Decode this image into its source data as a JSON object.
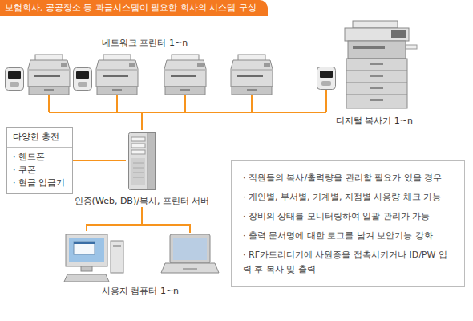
{
  "diagram": {
    "title": "보험회사, 공공장소 등 과금시스템이 필요한 회사의 시스템 구성",
    "nodes": [
      {
        "text": [
          "네트워크 프린터 1~n"
        ]
      },
      {
        "text": [
          "디지털 복사기 1~n"
        ]
      },
      {
        "text": [
          "다양한 충전",
          "· 핸드폰",
          "· 쿠폰",
          "· 현금 입금기"
        ]
      },
      {
        "text": [
          "인증(Web, DB)/복사, 프린터 서버"
        ]
      },
      {
        "text": [
          "사용자 컴퓨터 1~n"
        ]
      },
      {
        "text": [
          "· 직원들의 복사/출력량을 관리할 필요가 있을 경우",
          "· 개인별, 부서별, 기계별, 지점별 사용량 체크 가능",
          "· 장비의 상태를 모니터링하여 일괄 관리가 가능",
          "· 출력 문서명에 대한 로그를 남겨 보안기능 강화",
          "· RF카드리더기에 사원증을 접촉시키거나 ID/PW 입력 후 복사 및 출력"
        ]
      }
    ],
    "edges": [
      {
        "from": 0,
        "to": 3,
        "arrow": "none"
      },
      {
        "from": 1,
        "to": 3,
        "arrow": "none"
      },
      {
        "from": 2,
        "to": 3,
        "arrow": "none"
      },
      {
        "from": 3,
        "to": 4,
        "arrow": "none"
      }
    ]
  }
}
